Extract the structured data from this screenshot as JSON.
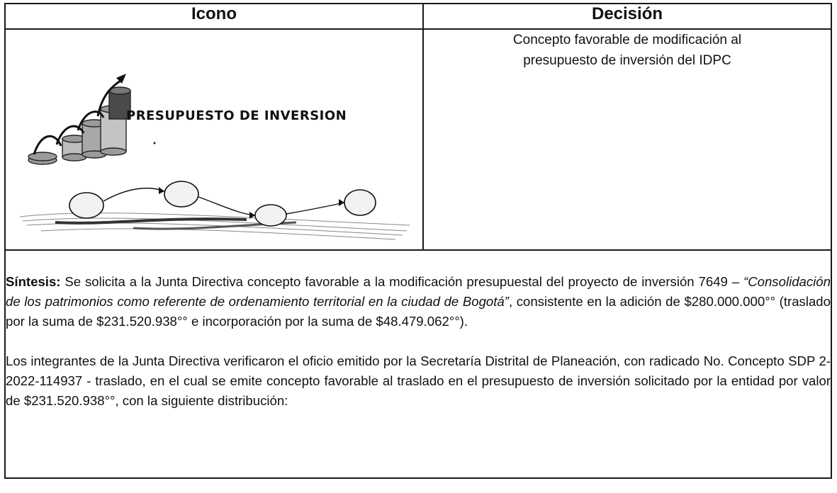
{
  "table": {
    "col_icon": "Icono",
    "col_decision": "Decisión",
    "icon_title": "PRESUPUESTO DE INVERSION",
    "decision_line1": "Concepto favorable de modificación al",
    "decision_line2": "presupuesto de inversión del IDPC"
  },
  "synthesis": {
    "label": "Síntesis:",
    "text_a": " Se solicita a la Junta Directiva concepto favorable a la modificación presupuestal del proyecto de inversión 7649 – ",
    "project_name": "“Consolidación de los patrimonios como referente de ordenamiento territorial en la ciudad de Bogotá”",
    "text_b": ", consistente en la adición de $280.000.000°° (traslado por la suma de $231.520.938°° e incorporación por la suma de $48.479.062°°)."
  },
  "verification": {
    "text": "Los integrantes de la Junta Directiva verificaron el oficio emitido por la Secretaría Distrital de Planeación, con radicado No. Concepto SDP 2-2022-114937 - traslado, en el cual se emite concepto favorable al traslado en el presupuesto de inversión solicitado por la entidad por valor de $231.520.938°°, con la siguiente distribución:"
  }
}
